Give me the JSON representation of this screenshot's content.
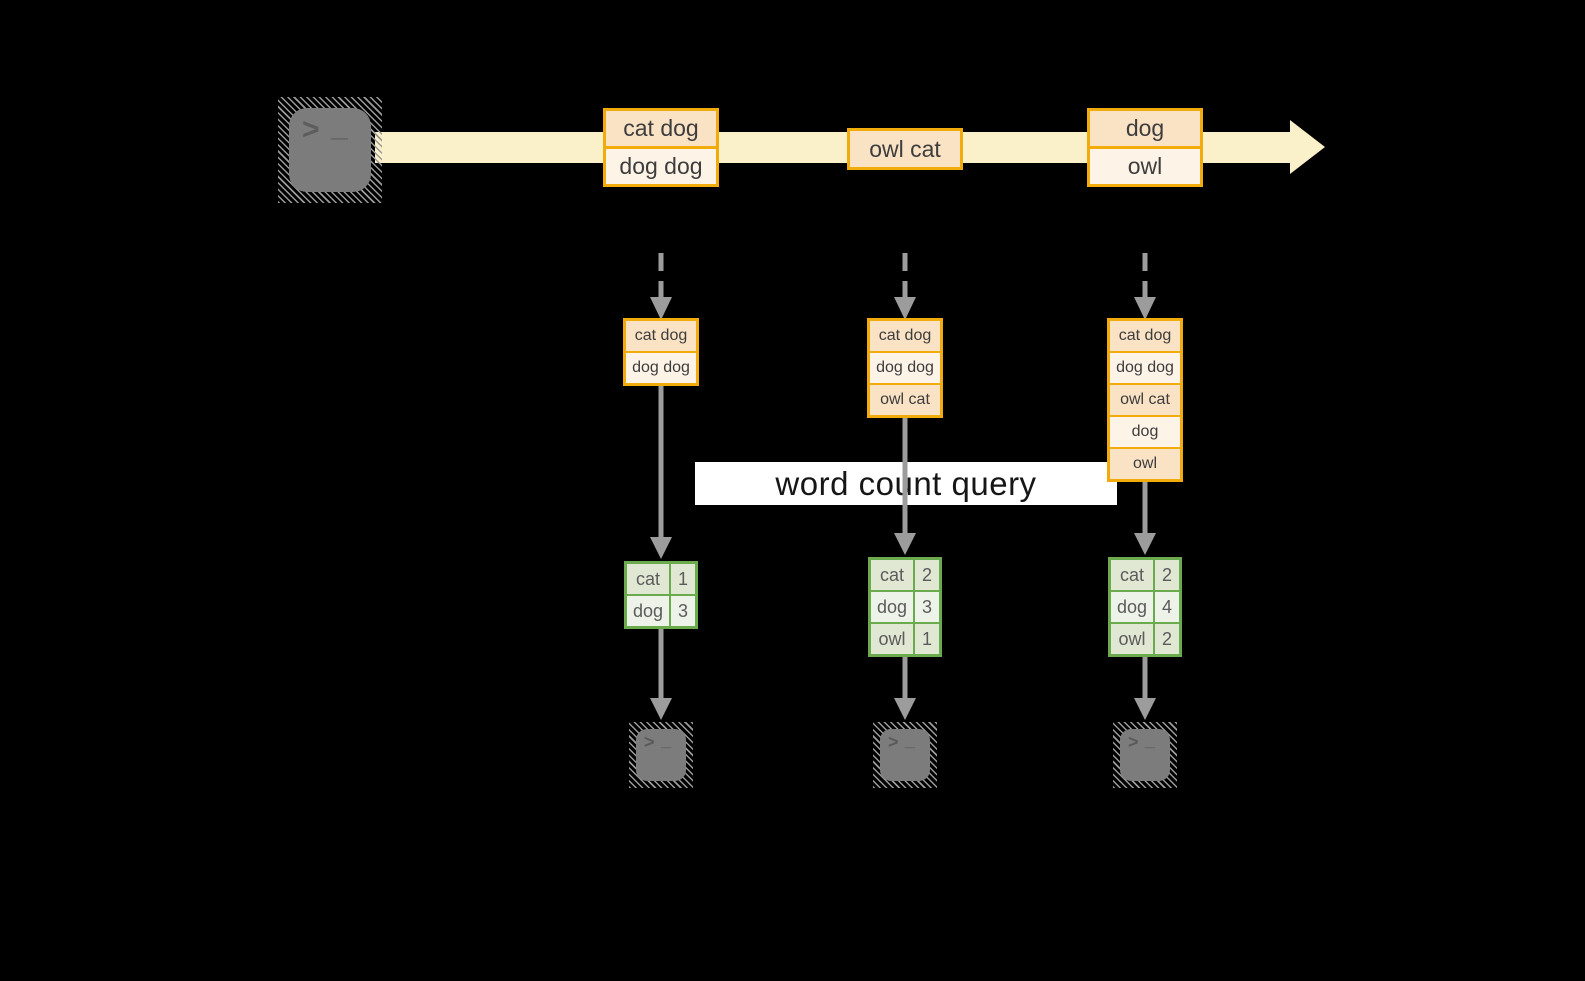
{
  "query": {
    "label": "word count query"
  },
  "terminal": {
    "prompt": ">",
    "cursor": "_"
  },
  "stream": {
    "events": [
      {
        "lines": [
          "cat dog",
          "dog dog"
        ]
      },
      {
        "lines": [
          "owl cat"
        ]
      },
      {
        "lines": [
          "dog",
          "owl"
        ]
      }
    ]
  },
  "columns": [
    {
      "buffer": [
        "cat dog",
        "dog dog"
      ],
      "counts": [
        {
          "word": "cat",
          "count": "1"
        },
        {
          "word": "dog",
          "count": "3"
        }
      ]
    },
    {
      "buffer": [
        "cat dog",
        "dog dog",
        "owl cat"
      ],
      "counts": [
        {
          "word": "cat",
          "count": "2"
        },
        {
          "word": "dog",
          "count": "3"
        },
        {
          "word": "owl",
          "count": "1"
        }
      ]
    },
    {
      "buffer": [
        "cat dog",
        "dog dog",
        "owl cat",
        "dog",
        "owl"
      ],
      "counts": [
        {
          "word": "cat",
          "count": "2"
        },
        {
          "word": "dog",
          "count": "4"
        },
        {
          "word": "owl",
          "count": "2"
        }
      ]
    }
  ],
  "colors": {
    "background": "#000000",
    "stream_band": "#FAF0C9",
    "orange_border": "#F1AB0B",
    "fill_peach": "#FAE2C5",
    "fill_cream": "#FDF3E6",
    "green_border": "#6BAB4E",
    "fill_sage": "#E0E8D3",
    "fill_light_green": "#EEF3E9",
    "arrow_gray": "#9C9C9C",
    "terminal_gray": "#7C7C7C",
    "query_band_bg": "#FFFFFF"
  }
}
